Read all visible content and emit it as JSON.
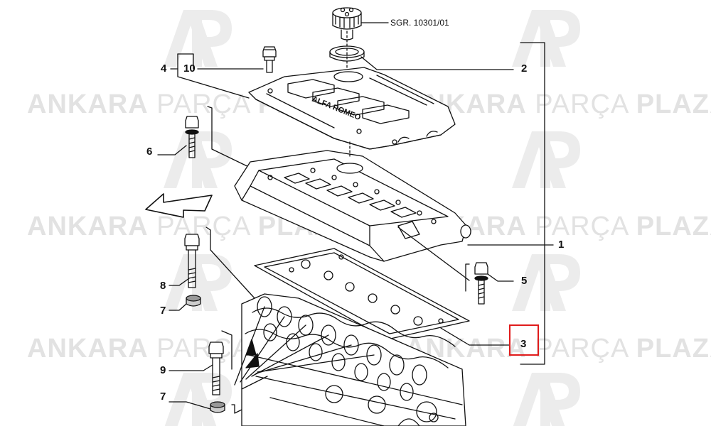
{
  "watermark": {
    "brand_bold_1": "ANKARA",
    "brand_light": "PARÇA",
    "brand_bold_2": "PLAZA"
  },
  "reference": {
    "label": "SGR. 10301/01"
  },
  "callouts": {
    "c1": "1",
    "c2": "2",
    "c3": "3",
    "c4": "4",
    "c5": "5",
    "c6": "6",
    "c7a": "7",
    "c7b": "7",
    "c8": "8",
    "c9": "9",
    "c10": "10"
  },
  "highlight": {
    "callout": "3",
    "color": "#e01b1b"
  },
  "engraving": {
    "text": "ALFA ROMEO"
  }
}
